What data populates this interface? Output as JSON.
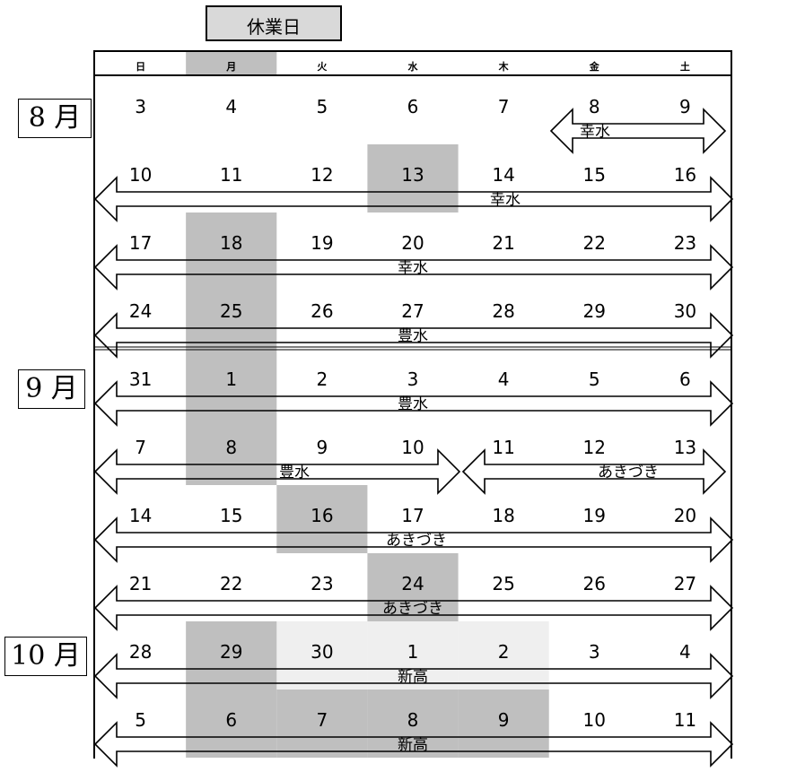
{
  "legend": {
    "label": "休業日",
    "color": "#d9d9d9"
  },
  "weekdays": [
    "日",
    "月",
    "火",
    "水",
    "木",
    "金",
    "土"
  ],
  "months": [
    "8 月",
    "9 月",
    "10 月"
  ],
  "weeks": [
    {
      "days": [
        "3",
        "4",
        "5",
        "6",
        "7",
        "8",
        "9"
      ],
      "holidays": [],
      "light": [],
      "arrows": [
        {
          "label": "幸水",
          "from": 5,
          "to": 6
        }
      ]
    },
    {
      "days": [
        "10",
        "11",
        "12",
        "13",
        "14",
        "15",
        "16"
      ],
      "holidays": [
        3
      ],
      "light": [],
      "arrows": [
        {
          "label": "幸水",
          "from": 0,
          "to": 6
        }
      ]
    },
    {
      "days": [
        "17",
        "18",
        "19",
        "20",
        "21",
        "22",
        "23"
      ],
      "holidays": [
        1
      ],
      "light": [],
      "arrows": [
        {
          "label": "幸水",
          "from": 0,
          "to": 6
        }
      ]
    },
    {
      "days": [
        "24",
        "25",
        "26",
        "27",
        "28",
        "29",
        "30"
      ],
      "holidays": [
        1
      ],
      "light": [],
      "arrows": [
        {
          "label": "豊水",
          "from": 0,
          "to": 6
        }
      ]
    },
    {
      "days": [
        "31",
        "1",
        "2",
        "3",
        "4",
        "5",
        "6"
      ],
      "holidays": [
        1
      ],
      "light": [],
      "arrows": [
        {
          "label": "豊水",
          "from": 0,
          "to": 6
        }
      ]
    },
    {
      "days": [
        "7",
        "8",
        "9",
        "10",
        "11",
        "12",
        "13"
      ],
      "holidays": [
        1
      ],
      "light": [],
      "arrows": [
        {
          "label": "豊水",
          "from": 0,
          "to": 3
        },
        {
          "label": "あきづき",
          "from": 4,
          "to": 6
        }
      ]
    },
    {
      "days": [
        "14",
        "15",
        "16",
        "17",
        "18",
        "19",
        "20"
      ],
      "holidays": [
        2
      ],
      "light": [],
      "arrows": [
        {
          "label": "あきづき",
          "from": 0,
          "to": 6
        }
      ]
    },
    {
      "days": [
        "21",
        "22",
        "23",
        "24",
        "25",
        "26",
        "27"
      ],
      "holidays": [
        3
      ],
      "light": [],
      "arrows": [
        {
          "label": "あきづき",
          "from": 0,
          "to": 6
        }
      ]
    },
    {
      "days": [
        "28",
        "29",
        "30",
        "1",
        "2",
        "3",
        "4"
      ],
      "holidays": [
        1
      ],
      "light": [
        2,
        3,
        4
      ],
      "arrows": [
        {
          "label": "新高",
          "from": 0,
          "to": 6
        }
      ]
    },
    {
      "days": [
        "5",
        "6",
        "7",
        "8",
        "9",
        "10",
        "11"
      ],
      "holidays": [
        1,
        2,
        3,
        4
      ],
      "light": [],
      "arrows": [
        {
          "label": "新高",
          "from": 0,
          "to": 6
        }
      ]
    }
  ]
}
